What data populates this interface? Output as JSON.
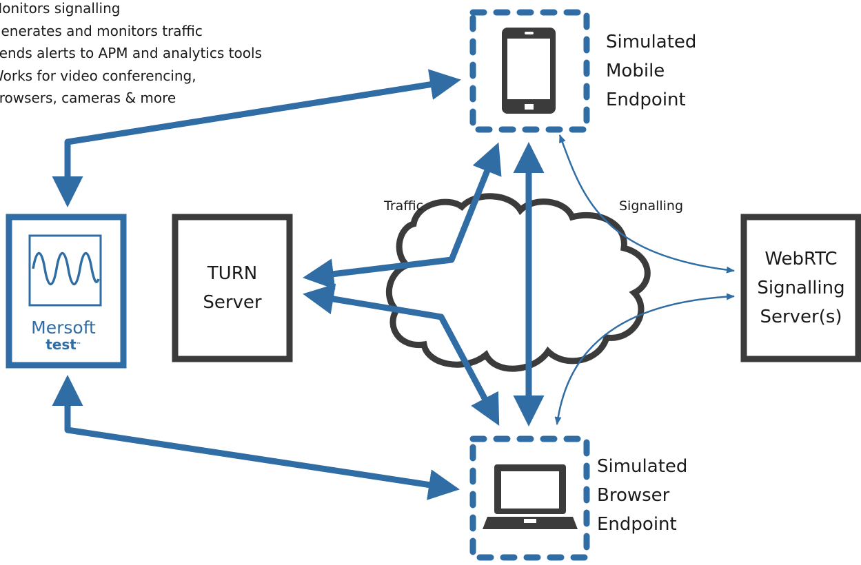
{
  "features": [
    "Monitors signalling",
    "Generates and monitors traffic",
    "Sends alerts to APM and analytics tools",
    "Works for video conferencing,",
    "browsers, cameras & more"
  ],
  "mobile_endpoint": {
    "line1": "Simulated",
    "line2": "Mobile",
    "line3": "Endpoint"
  },
  "browser_endpoint": {
    "line1": "Simulated",
    "line2": "Browser",
    "line3": "Endpoint"
  },
  "turn_server": {
    "line1": "TURN",
    "line2": "Server"
  },
  "signalling_server": {
    "line1": "WebRTC",
    "line2": "Signalling",
    "line3": "Server(s)"
  },
  "mersoft": {
    "brand": "Mersoft",
    "product": "test",
    "tm": "™"
  },
  "edges": {
    "traffic": "Traffic",
    "signalling": "Signalling"
  },
  "colors": {
    "accent": "#2f6da4",
    "box": "#3b3b3b",
    "text": "#1a1a1a"
  }
}
